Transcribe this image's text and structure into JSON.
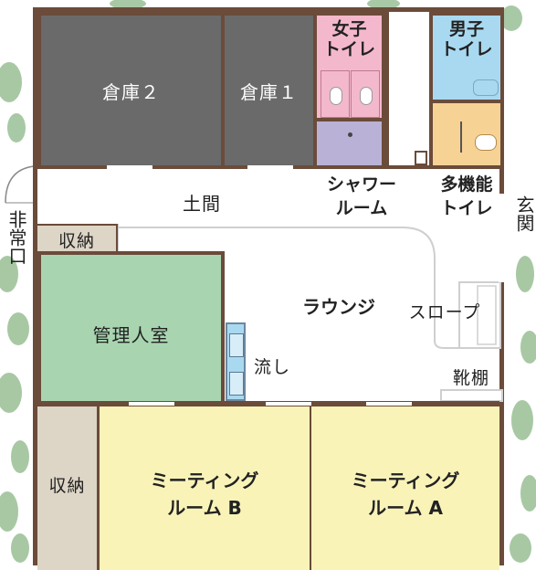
{
  "rooms": {
    "storage2": "倉庫２",
    "storage1": "倉庫１",
    "womens_toilet": "女子\nトイレ",
    "mens_toilet": "男子\nトイレ",
    "shower_room": "シャワー\nルーム",
    "multipurpose_toilet": "多機能\nトイレ",
    "doma": "土間",
    "entrance": "玄関",
    "emergency_exit": "非常口",
    "closet_top": "収納",
    "manager_room": "管理人室",
    "lounge": "ラウンジ",
    "slope": "スロープ",
    "sink": "流し",
    "shoe_rack": "靴棚",
    "closet_bottom": "収納",
    "meeting_b": "ミーティング\nルーム B",
    "meeting_a": "ミーティング\nルーム A"
  },
  "colors": {
    "wall": "#6b4b3a",
    "storage": "#6a6a6a",
    "womens_toilet": "#f4b8cc",
    "mens_toilet": "#a9d9f1",
    "shower": "#b9b2d6",
    "multipurpose": "#f7d295",
    "manager": "#a8d5b0",
    "closet": "#ddd5c6",
    "meeting": "#f9f3b8",
    "foliage": "#8db68a"
  }
}
